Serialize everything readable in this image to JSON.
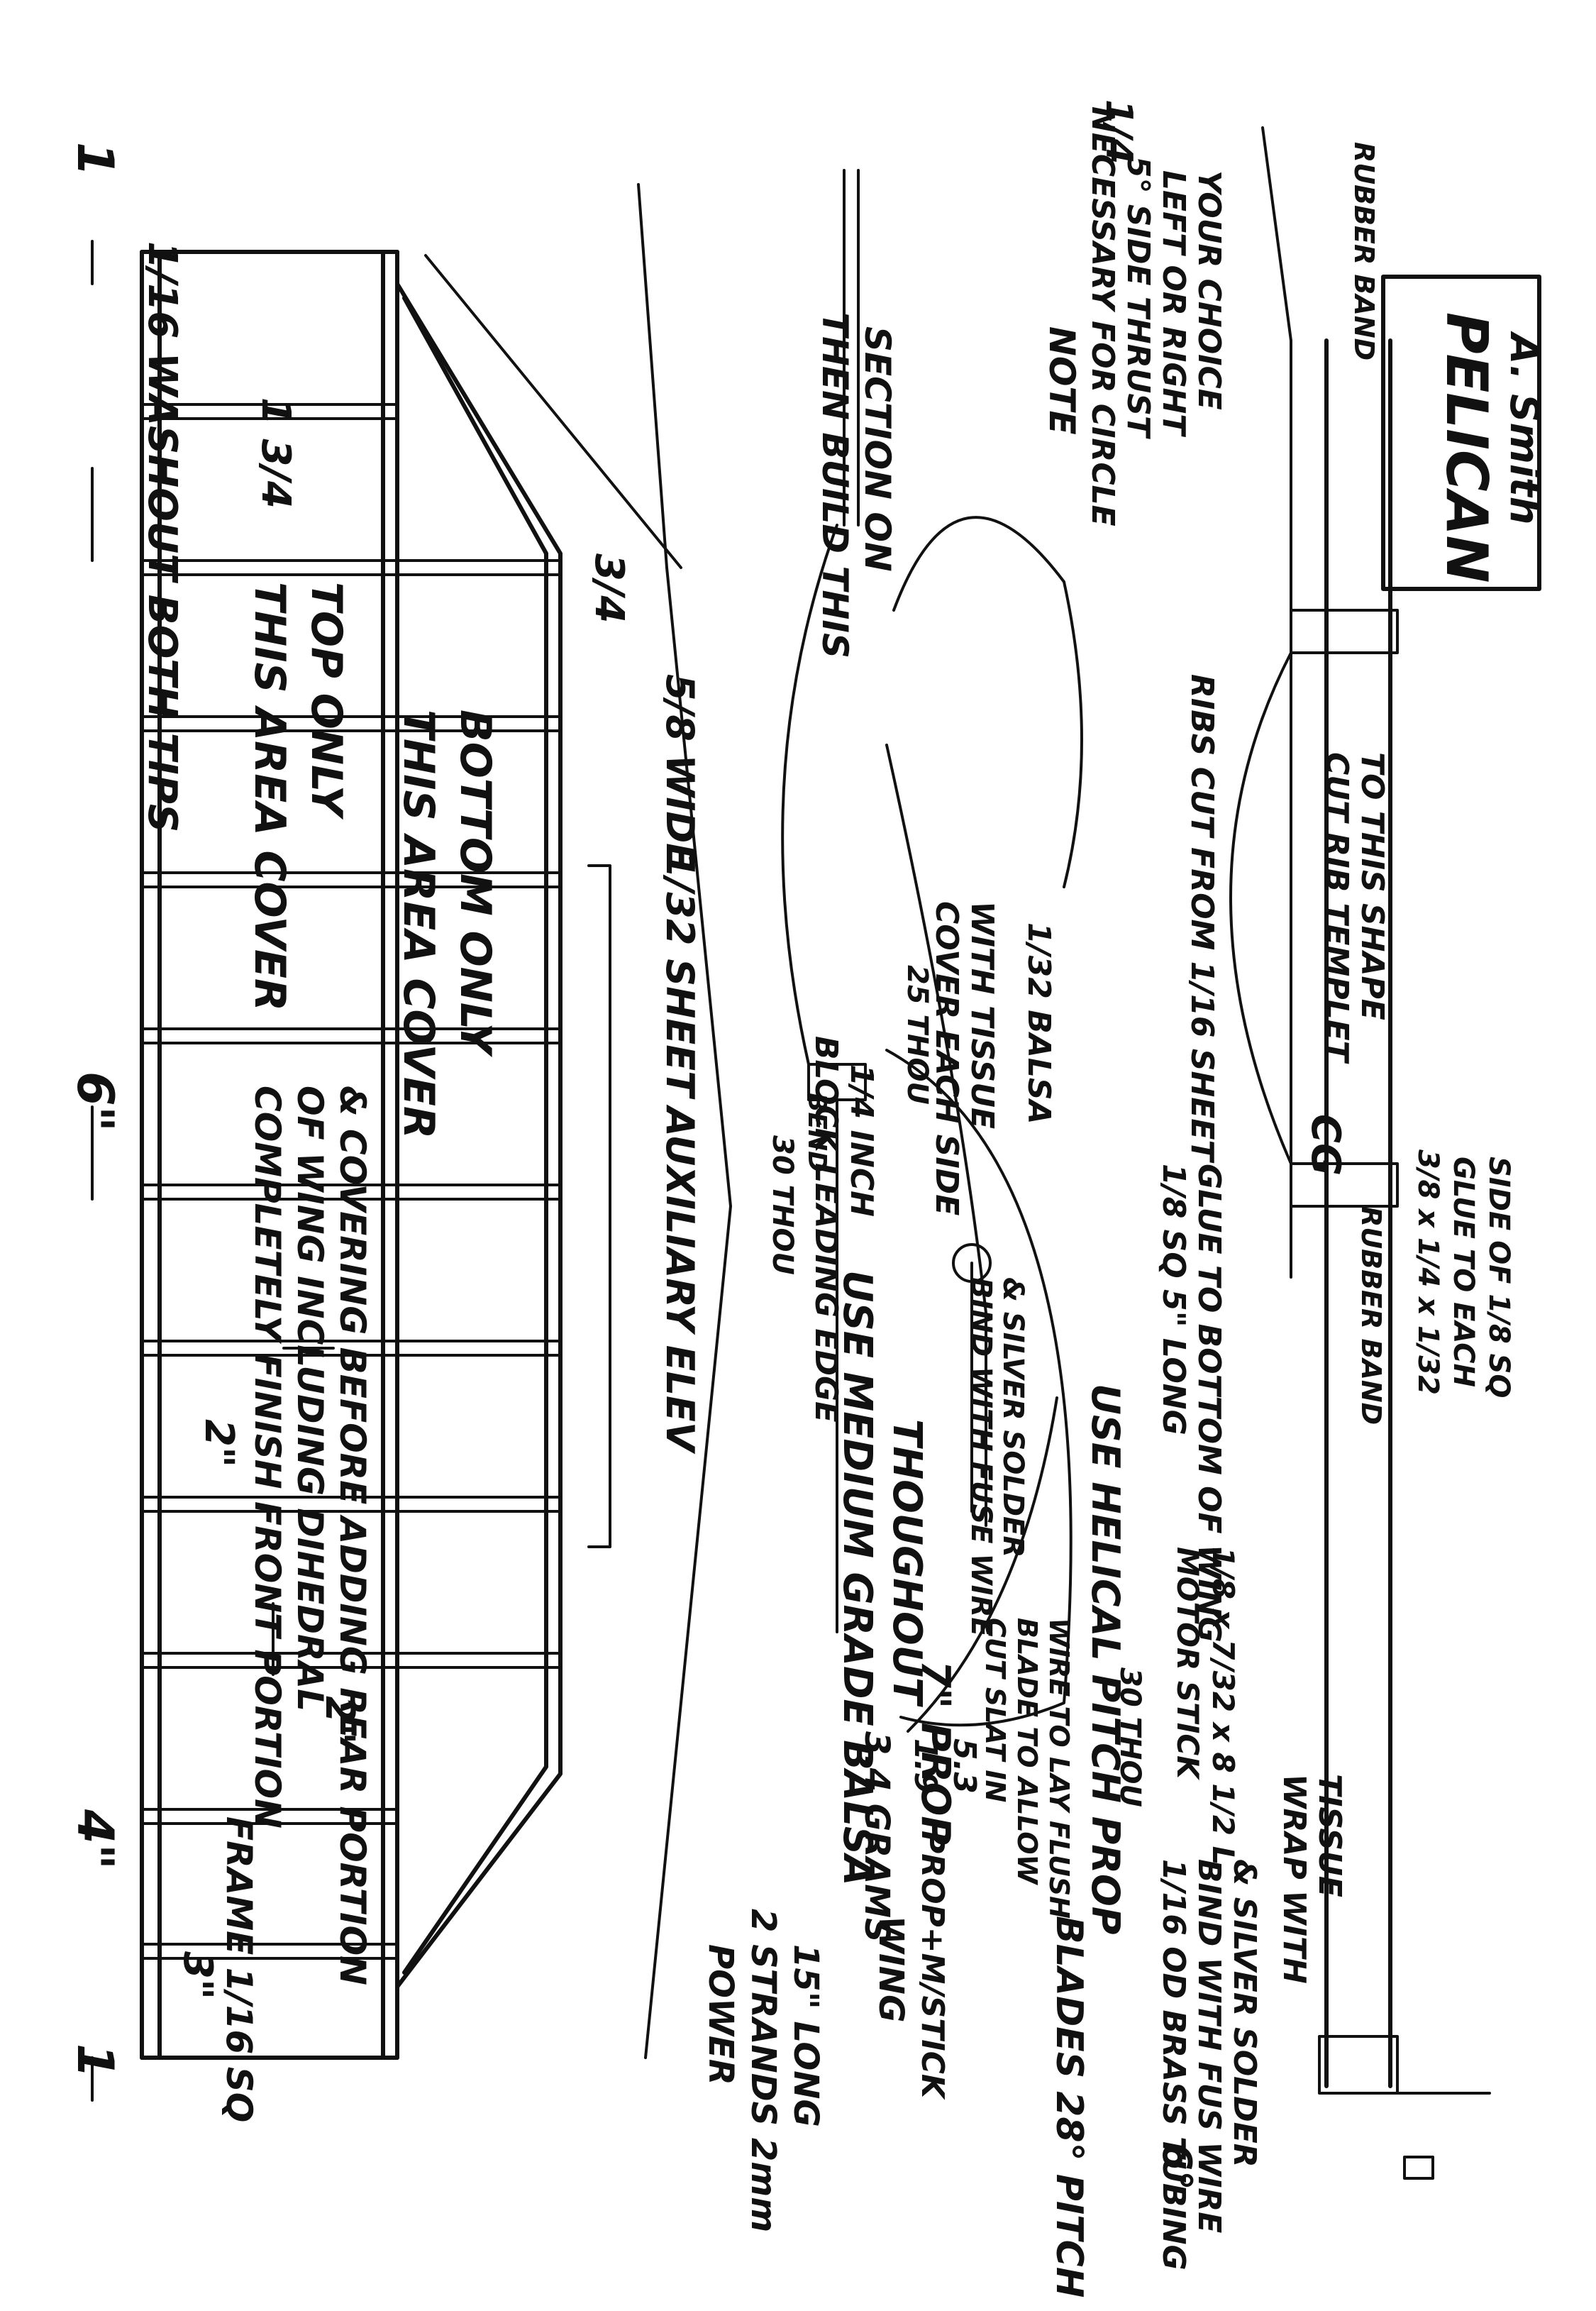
{
  "title_block": {
    "name": "PELICAN",
    "author": "A. Smith"
  },
  "wing": {
    "span_left": "1",
    "span_mid": "6\"",
    "span_right": "4\"",
    "span_end": "1",
    "chord": "3\"",
    "rib_spacing": "2\"",
    "panel_chord": "2\"",
    "washout": "1/16 WASHOUT BOTH TIPS",
    "tip_height": "1 3/4",
    "center_height": "3/4",
    "frame_note": "FRAME 1/16 SQ",
    "finish_line1": "COMPLETELY FINISH FRONT PORTION",
    "finish_line2": "OF WING INCLUDING DIHEDRAL",
    "finish_line3": "& COVERING BEFORE ADDING REAR PORTION",
    "cover_top_line1": "THIS AREA COVER",
    "cover_top_line2": "TOP ONLY",
    "cover_bottom_line1": "THIS AREA COVER",
    "cover_bottom_line2": "BOTTOM ONLY"
  },
  "elevator": {
    "label": "AUXILIARY ELEV",
    "sheet": "1/32 SHEET",
    "width": "5/8 WIDE",
    "then_build1": "THEN BUILD THIS",
    "then_build2": "SECTION ON"
  },
  "power": {
    "title": "POWER",
    "line1": "2 STRANDS 2mm",
    "line2": "15\" LONG"
  },
  "weights": {
    "wing_label": "WING",
    "wing_value": "3.4 GRAMS",
    "prop_label": "PROP+M/STICK",
    "prop_value_num": "1.9",
    "prop_value_total": "5.3"
  },
  "prop": {
    "use_balsa1": "USE MEDIUM GRADE BALSA",
    "use_balsa2": "THOUGHOUT",
    "size": "7\" PROP",
    "slot1": "CUT SLAT IN",
    "slot2": "BLADE TO ALLOW",
    "slot3": "WIRE TO LAY FLUSH",
    "helical": "USE HELICAL PITCH PROP",
    "blades": "BLADES 28° PITCH",
    "cover1": "COVER EACH SIDE",
    "cover2": "WITH TISSUE",
    "balsa": "1/32 BALSA",
    "thou25": "25 THOU",
    "thou30": "30 THOU",
    "bend": "BEND",
    "bind1": "BIND WITH FUSE WIRE",
    "bind2": "& SILVER SOLDER",
    "block1": "BLOCK LEADING EDGE",
    "block2": "1/4 INCH"
  },
  "fuselage": {
    "brass1": "1/16 OD BRASS TUBING",
    "brass2": "BIND WITH FUS WIRE",
    "brass3": "& SILVER SOLDER",
    "thou30": "30 THOU",
    "wrap1": "WRAP WITH",
    "wrap2": "TISSUE",
    "motor1": "MOTOR STICK",
    "motor2": "1/8 x 7/32 x 8 1/2 L",
    "sq1": "1/8 SQ 5\" LONG",
    "sq2": "GLUE TO BOTTOM OF WING",
    "rubber_band_left": "RUBBER BAND",
    "rubber_band_right": "RUBBER BAND",
    "cg": "CG",
    "small1": "3/8 x 1/4 x 1/32",
    "small2": "GLUE TO EACH",
    "small3": "SIDE OF 1/8 SQ",
    "ribs1": "RIBS CUT FROM 1/16 SHEET",
    "templet1": "CUT RIB TEMPLET",
    "templet2": "TO THIS SHAPE",
    "angle_left": "6°",
    "angle_right": "1/4"
  },
  "note": {
    "title": "NOTE",
    "line1": "NECESSARY FOR CIRCLE",
    "line2": "5° SIDE THRUST",
    "line3": "LEFT OR RIGHT",
    "line4": "YOUR CHOICE"
  }
}
